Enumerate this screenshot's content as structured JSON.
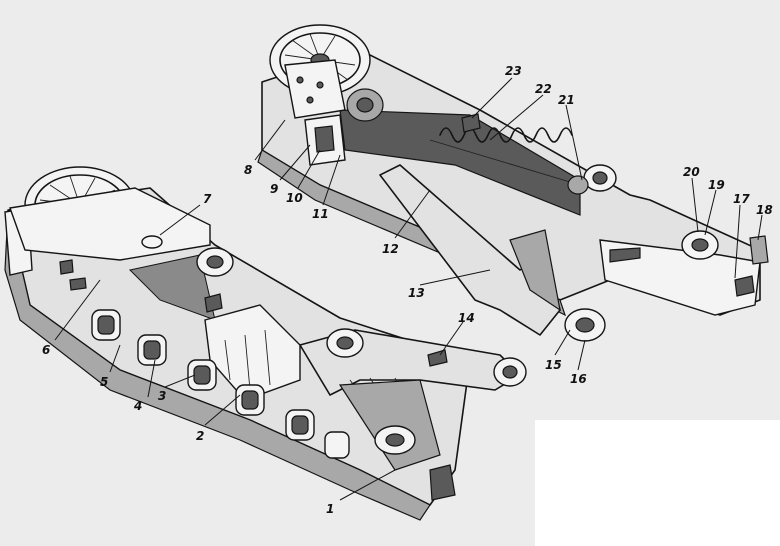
{
  "labels": [
    "1",
    "2",
    "3",
    "4",
    "5",
    "6",
    "7",
    "8",
    "9",
    "10",
    "11",
    "12",
    "13",
    "14",
    "15",
    "16",
    "17",
    "18",
    "19",
    "20",
    "21",
    "22",
    "23"
  ]
}
